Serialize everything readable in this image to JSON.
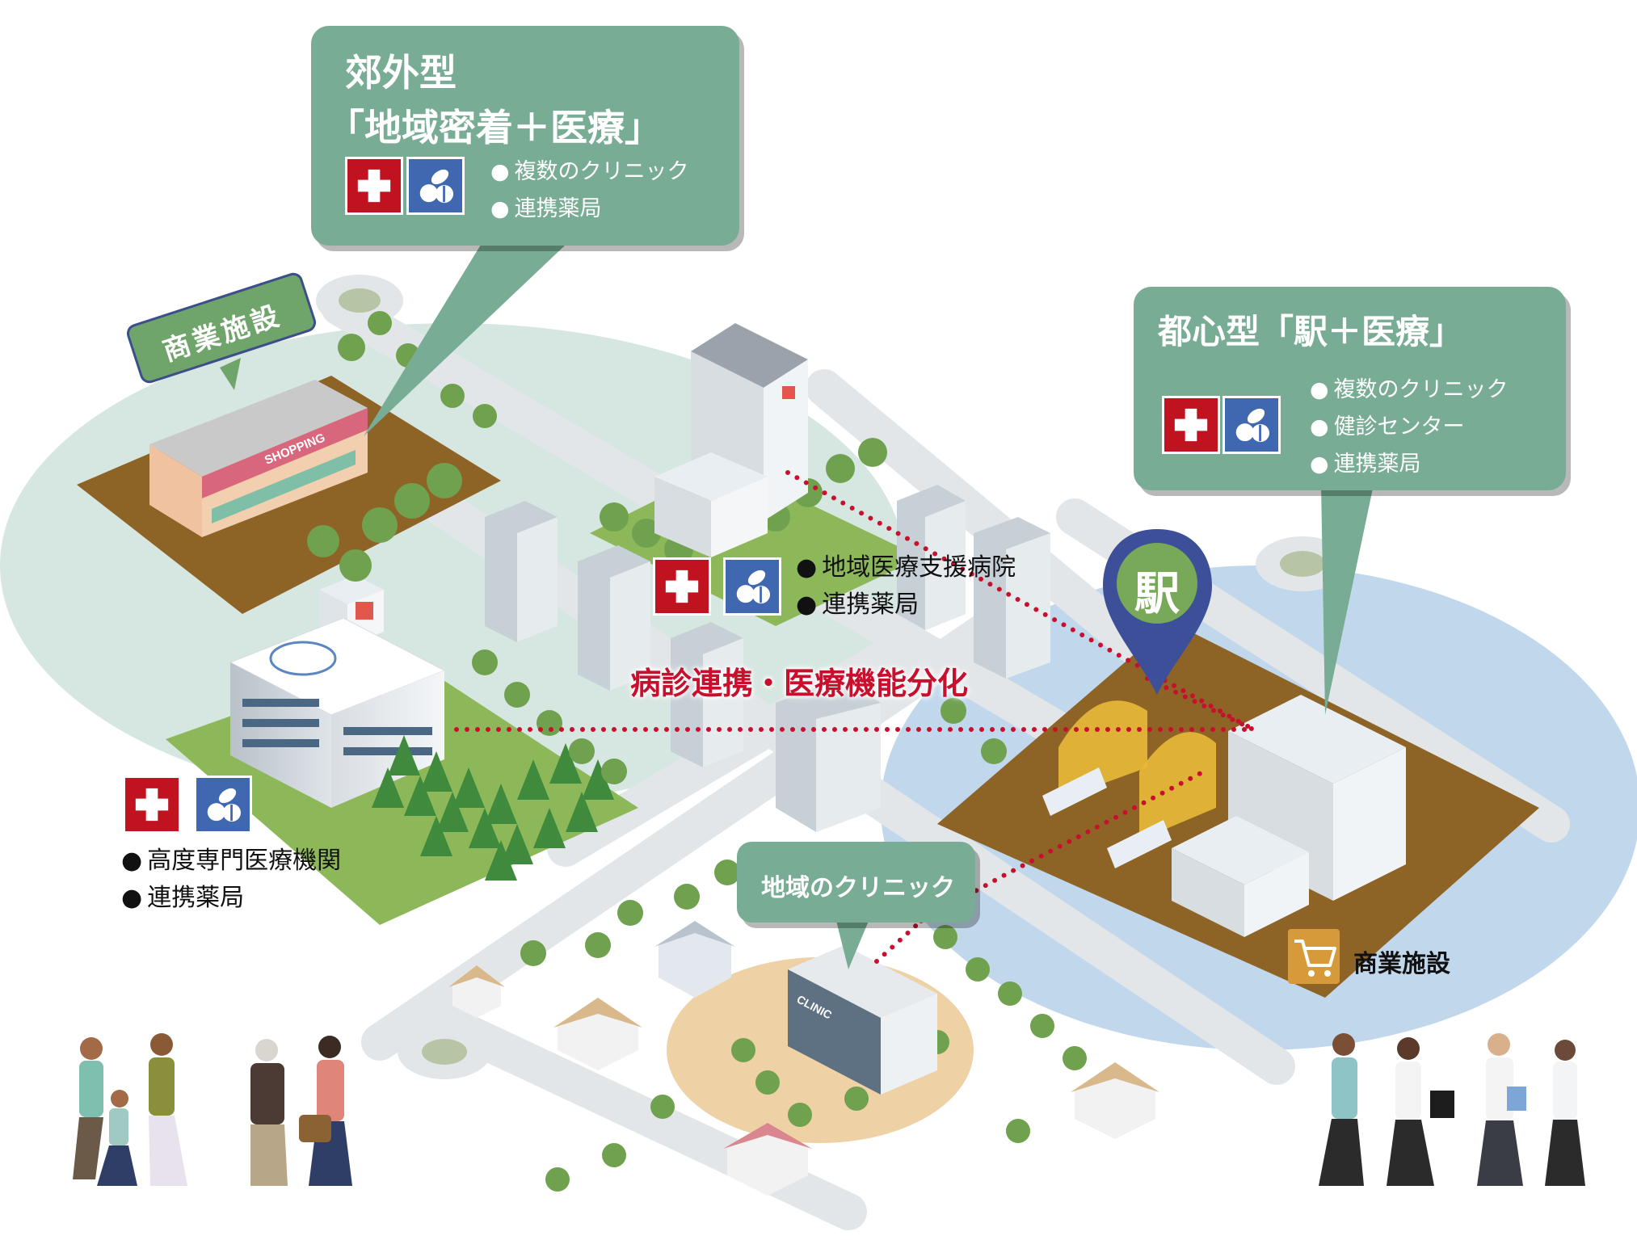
{
  "colors": {
    "callout_green": "#78ac94",
    "callout_dark": "#5e8c77",
    "medical_red": "#c1121f",
    "pharmacy_blue": "#3f68b1",
    "suburban_zone": "#cfe2da",
    "urban_zone": "#b9d3ea",
    "clinic_zone": "#ecc997",
    "ground_brown": "#8d6326",
    "ground_green": "#8cb859",
    "link_dots": "#c8102e",
    "station_pin": "#3e4f99",
    "station_pin_ring": "#77a958",
    "cart_orange": "#d79a3a"
  },
  "icons": {
    "medical": "medical-cross-icon",
    "pharmacy": "pills-icon",
    "cart": "shopping-cart-icon",
    "station": "map-pin-icon",
    "helipad": "helipad-icon"
  },
  "suburban": {
    "title_line1": "郊外型",
    "title_line2": "「地域密着＋医療」",
    "items": [
      "複数のクリニック",
      "連携薬局"
    ]
  },
  "urban": {
    "title": "都心型「駅＋医療」",
    "items": [
      "複数のクリニック",
      "健診センター",
      "連携薬局"
    ]
  },
  "commercial_tag": "商業施設",
  "shopping_sign": "SHOPPING",
  "hospital_center": {
    "items": [
      "地域医療支援病院",
      "連携薬局"
    ]
  },
  "advanced_institution": {
    "items": [
      "高度専門医療機関",
      "連携薬局"
    ]
  },
  "station_label": "駅",
  "link_label": "病診連携・医療機能分化",
  "local_clinic_label": "地域のクリニック",
  "clinic_sign": "CLINIC",
  "commercial_facility_label": "商業施設"
}
